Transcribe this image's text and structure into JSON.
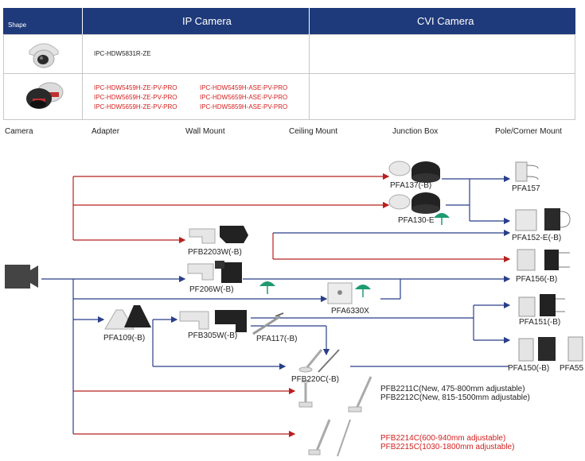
{
  "table": {
    "shape_label": "Shape",
    "ip_camera_label": "IP Camera",
    "cvi_camera_label": "CVI Camera",
    "row1_model": "IPC-HDW5831R-ZE",
    "row2_models": [
      "IPC-HDW5459H-ZE-PV-PRO",
      "IPC-HDW5459H-ASE-PV-PRO",
      "IPC-HDW5659H-ZE-PV-PRO",
      "IPC-HDW5659H-ASE-PV-PRO",
      "IPC-HDW5659H-ZE-PV-PRO",
      "IPC-HDW5859H-ASE-PV-PRO"
    ]
  },
  "columns": [
    "Camera",
    "Adapter",
    "Wall Mount",
    "Ceiling Mount",
    "Junction Box",
    "Pole/Corner Mount"
  ],
  "parts": {
    "pfa137": "PFA137(-B)",
    "pfa130e": "PFA130-E",
    "pfa157": "PFA157",
    "pfa152e": "PFA152-E(-B)",
    "pfb2203w": "PFB2203W(-B)",
    "pfa156": "PFA156(-B)",
    "pfb206w": "PF206W(-B)",
    "pfa6330x": "PFA6330X",
    "pfa151": "PFA151(-B)",
    "pfa109": "PFA109(-B)",
    "pfb305w": "PFB305W(-B)",
    "pfa117": "PFA117(-B)",
    "pfa150": "PFA150(-B)",
    "pfa150b": "PFA55",
    "pfb220c": "PFB220C(-B)",
    "pfb2211c": "PFB2211C(New, 475-800mm adjustable)",
    "pfb2212c": "PFB2212C(New, 815-1500mm adjustable)",
    "pfb2214c": "PFB2214C(600-940mm adjustable)",
    "pfb2215c": "PFB2215C(1030-1800mm adjustable)"
  },
  "colors": {
    "red_link": "#b82020",
    "blue_link": "#2a3f8a",
    "header": "#1f3a7a"
  }
}
